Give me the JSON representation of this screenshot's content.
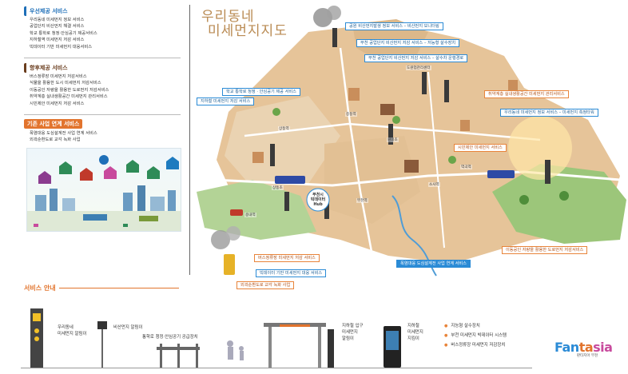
{
  "map_title": {
    "line1": "우리동네",
    "line2": "미세먼지지도"
  },
  "priority_services": {
    "title": "우선제공 서비스",
    "items": [
      "우리동네 미세먼지 정보 서비스",
      "공업단지 비산먼지 해결 서비스",
      "학교 통학로 청정·안심공기 제공서비스",
      "지하철역 미세먼지 저감 서비스",
      "빅데이터 기반 미세먼지 대응서비스"
    ]
  },
  "expansion_services": {
    "title": "향후제공 서비스",
    "items": [
      "버스정류장 미세먼지 저감서비스",
      "식물을 활용한 도시 미세먼지 저감서비스",
      "이동공인 자량을 활용한 도로먼지 저감서비스",
      "취약계층 실내생활공간 미세먼지 관리서비스",
      "시민제안 미세먼지 저감 서비스"
    ]
  },
  "linked_projects": {
    "title": "기존 사업 연계 서비스",
    "items": [
      "폭염대응 도심설계전 사업 연계 서비스",
      "외곽순환도로 교각 녹화 사업"
    ]
  },
  "callouts": {
    "c1": "공원 비산먼지발생 정보 서비스 – 비산먼지 모니터링",
    "c2": "부천 공업단지 비산먼지 저감 서비스 – 저능형 살수장치",
    "c3": "부천 공업단지 비산먼지 저감 서비스 – 살수차 운행경로",
    "c4": "학교 통학로 청정 · 안심공기 제공 서비스",
    "c5": "지하철 미세먼지 저감 서비스",
    "c6": "취약계층 실내생활공간 미세먼지 관리서비스",
    "c7": "우리동네 미세먼지 정보 서비스 – 미세먼지 측정타워",
    "c8": "시민제안 미세먼지 서비스",
    "c9": "버스정류장 미세먼지 저감 서비스",
    "c10": "빅데이터 기반 미세먼지 대응 서비스",
    "c11": "외곽순환도로 교각 녹화 사업",
    "c12": "이동공인 자량을 활용한 도로먼지 저감서비스",
    "c13": "폭염대응 도심설계전 사업 연계 서비스"
  },
  "hub": {
    "line1": "부천시",
    "line2": "빅데이터",
    "line3": "Hub"
  },
  "places": {
    "p1": "도원업관리센터",
    "p2": "상동역",
    "p3": "송내역",
    "p4": "부천역",
    "p5": "중동역",
    "p6": "소사역",
    "p7": "원미초",
    "p8": "상동초",
    "p9": "역곡역"
  },
  "service_guide": {
    "title": "서비스 안내",
    "tower_label": "우리동네\n미세먼지 알림이",
    "sign_label": "비산먼지 알림이",
    "gate_label": "통학로 청정·안심공기 공급장치",
    "subway_label": "지하철 입구\n미세먼지\n알림이",
    "kiosk_label": "지하철\n미세먼지\n지킴이",
    "dots": [
      "지능형 살수장치",
      "부천 미세먼지 빅데이터 시스템",
      "버스정류장 미세먼지 저감장치"
    ]
  },
  "logo": {
    "word": "Fantasia",
    "sub": "판타지아 부천"
  },
  "colors": {
    "accent_orange": "#e2742d",
    "accent_blue": "#2b8bd6",
    "land_tan": "#e6c499",
    "green_area": "#9cc67a"
  }
}
